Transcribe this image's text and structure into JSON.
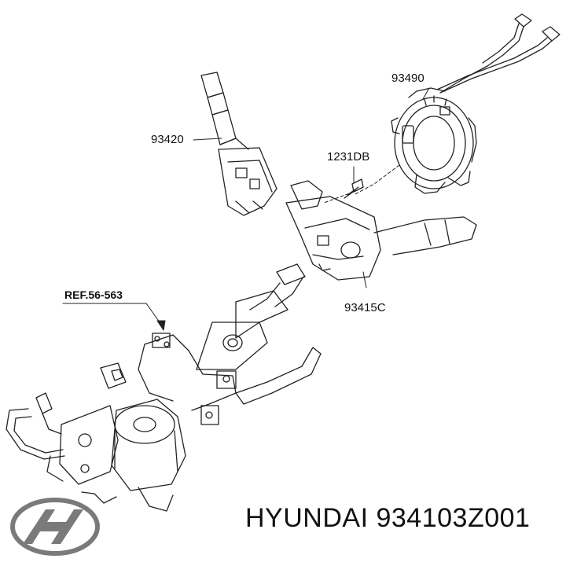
{
  "callouts": {
    "part_93490": "93490",
    "part_93420": "93420",
    "part_1231DB": "1231DB",
    "ref": "REF.56-563",
    "part_93415C": "93415C"
  },
  "footer": {
    "brand": "HYUNDAI",
    "part_number": "934103Z001"
  },
  "logo": {
    "icon": "hyundai-logo-icon",
    "color": "#7a7a7a"
  },
  "colors": {
    "line": "#222222",
    "fill": "#ffffff"
  }
}
